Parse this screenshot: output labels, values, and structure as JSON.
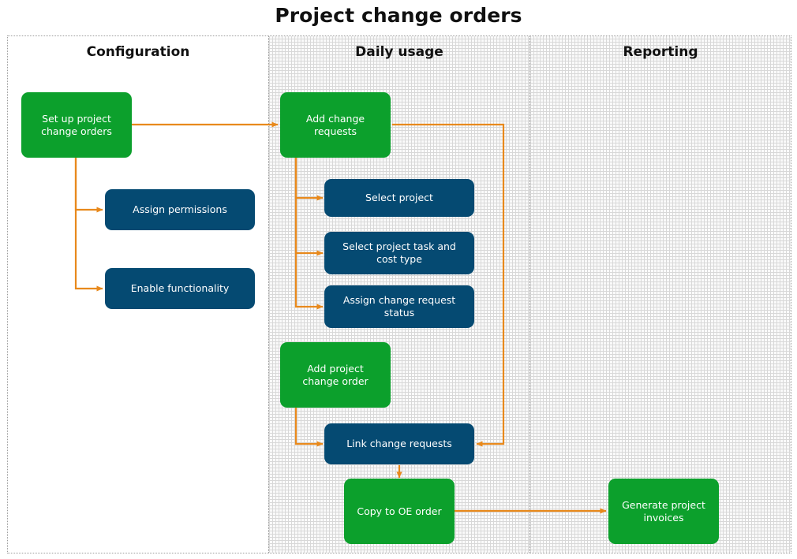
{
  "title": "Project change orders",
  "colors": {
    "green": "#0ca02c",
    "blue": "#054a72",
    "connector": "#e8891c",
    "lane_border": "#9b9b9b",
    "text_dark": "#111111",
    "node_text": "#ffffff"
  },
  "lanes": [
    {
      "id": "configuration",
      "header": "Configuration"
    },
    {
      "id": "daily-usage",
      "header": "Daily usage"
    },
    {
      "id": "reporting",
      "header": "Reporting"
    }
  ],
  "nodes": {
    "set_up_project_change_orders": "Set up project change orders",
    "assign_permissions": "Assign permissions",
    "enable_functionality": "Enable functionality",
    "add_change_requests": "Add change requests",
    "select_project": "Select project",
    "select_project_task_and_cost_type": "Select project task and cost type",
    "assign_change_request_status": "Assign change request status",
    "add_project_change_order": "Add project change order",
    "link_change_requests": "Link change requests",
    "copy_to_oe_order": "Copy to OE order",
    "generate_project_invoices": "Generate project invoices"
  },
  "chart_data": {
    "type": "diagram",
    "diagram_type": "swimlane-flowchart",
    "title": "Project change orders",
    "lanes": [
      "Configuration",
      "Daily usage",
      "Reporting"
    ],
    "nodes": [
      {
        "id": "set_up_project_change_orders",
        "label": "Set up project change orders",
        "lane": "Configuration",
        "style": "green"
      },
      {
        "id": "assign_permissions",
        "label": "Assign permissions",
        "lane": "Configuration",
        "style": "blue"
      },
      {
        "id": "enable_functionality",
        "label": "Enable functionality",
        "lane": "Configuration",
        "style": "blue"
      },
      {
        "id": "add_change_requests",
        "label": "Add change requests",
        "lane": "Daily usage",
        "style": "green"
      },
      {
        "id": "select_project",
        "label": "Select project",
        "lane": "Daily usage",
        "style": "blue"
      },
      {
        "id": "select_project_task_and_cost_type",
        "label": "Select project task and cost type",
        "lane": "Daily usage",
        "style": "blue"
      },
      {
        "id": "assign_change_request_status",
        "label": "Assign change request status",
        "lane": "Daily usage",
        "style": "blue"
      },
      {
        "id": "add_project_change_order",
        "label": "Add project change order",
        "lane": "Daily usage",
        "style": "green"
      },
      {
        "id": "link_change_requests",
        "label": "Link change requests",
        "lane": "Daily usage",
        "style": "blue"
      },
      {
        "id": "copy_to_oe_order",
        "label": "Copy to OE order",
        "lane": "Daily usage",
        "style": "green"
      },
      {
        "id": "generate_project_invoices",
        "label": "Generate project invoices",
        "lane": "Reporting",
        "style": "green"
      }
    ],
    "edges": [
      {
        "from": "set_up_project_change_orders",
        "to": "add_change_requests"
      },
      {
        "from": "set_up_project_change_orders",
        "to": "assign_permissions"
      },
      {
        "from": "set_up_project_change_orders",
        "to": "enable_functionality"
      },
      {
        "from": "add_change_requests",
        "to": "select_project"
      },
      {
        "from": "add_change_requests",
        "to": "select_project_task_and_cost_type"
      },
      {
        "from": "add_change_requests",
        "to": "assign_change_request_status"
      },
      {
        "from": "add_change_requests",
        "to": "link_change_requests"
      },
      {
        "from": "add_project_change_order",
        "to": "link_change_requests"
      },
      {
        "from": "link_change_requests",
        "to": "copy_to_oe_order"
      },
      {
        "from": "copy_to_oe_order",
        "to": "generate_project_invoices"
      }
    ]
  }
}
